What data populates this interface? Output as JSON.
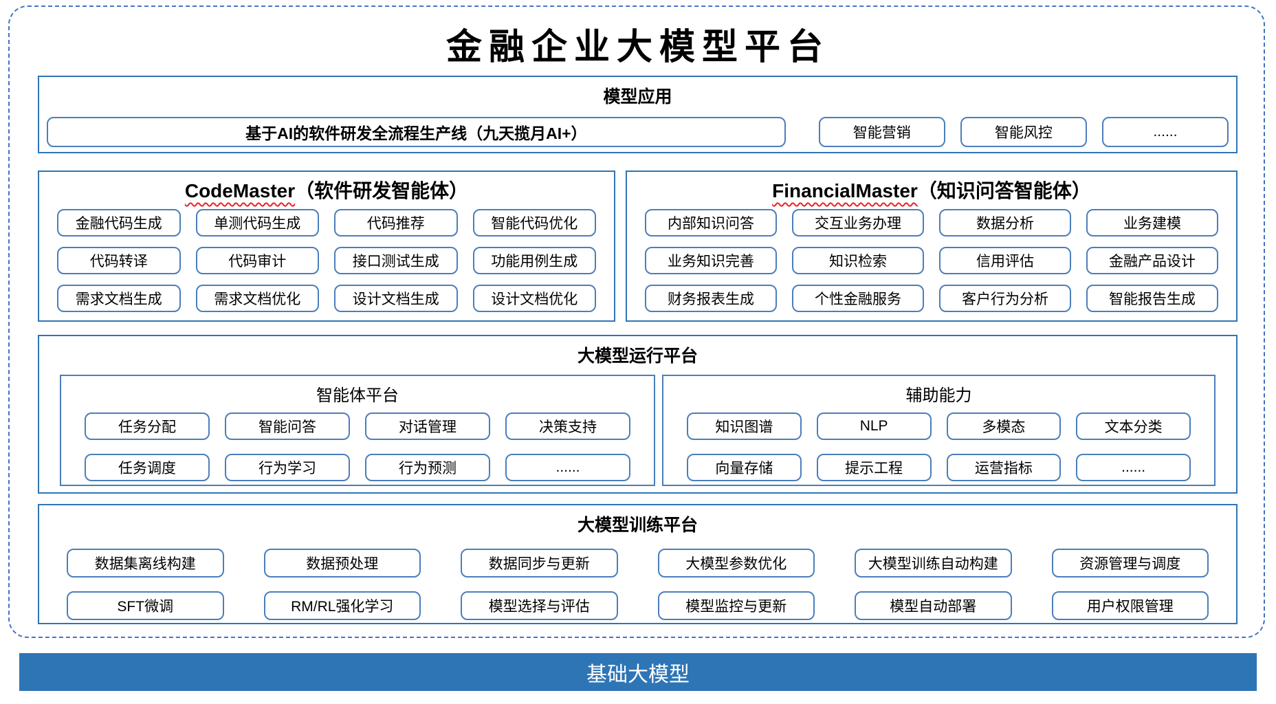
{
  "page": {
    "title": "金融企业大模型平台"
  },
  "app": {
    "heading": "模型应用",
    "pipeline": "基于AI的软件研发全流程生产线（九天揽月AI+）",
    "items": [
      "智能营销",
      "智能风控",
      "......"
    ]
  },
  "agents": [
    {
      "name": "CodeMaster",
      "subtitle": "（软件研发智能体）",
      "items": [
        "金融代码生成",
        "单测代码生成",
        "代码推荐",
        "智能代码优化",
        "代码转译",
        "代码审计",
        "接口测试生成",
        "功能用例生成",
        "需求文档生成",
        "需求文档优化",
        "设计文档生成",
        "设计文档优化"
      ]
    },
    {
      "name": "FinancialMaster",
      "subtitle": "（知识问答智能体）",
      "items": [
        "内部知识问答",
        "交互业务办理",
        "数据分析",
        "业务建模",
        "业务知识完善",
        "知识检索",
        "信用评估",
        "金融产品设计",
        "财务报表生成",
        "个性金融服务",
        "客户行为分析",
        "智能报告生成"
      ]
    }
  ],
  "runtime": {
    "heading": "大模型运行平台",
    "agent_platform": {
      "heading": "智能体平台",
      "items": [
        "任务分配",
        "智能问答",
        "对话管理",
        "决策支持",
        "任务调度",
        "行为学习",
        "行为预测",
        "......"
      ]
    },
    "aux": {
      "heading": "辅助能力",
      "items": [
        "知识图谱",
        "NLP",
        "多模态",
        "文本分类",
        "向量存储",
        "提示工程",
        "运营指标",
        "......"
      ]
    }
  },
  "training": {
    "heading": "大模型训练平台",
    "items": [
      "数据集离线构建",
      "数据预处理",
      "数据同步与更新",
      "大模型参数优化",
      "大模型训练自动构建",
      "资源管理与调度",
      "SFT微调",
      "RM/RL强化学习",
      "模型选择与评估",
      "模型监控与更新",
      "模型自动部署",
      "用户权限管理"
    ]
  },
  "foundation": {
    "label": "基础大模型"
  },
  "colors": {
    "section_border": "#2e75b6",
    "item_border": "#4a7ebb",
    "dashed_border": "#4472c4",
    "foundation_bg": "#2e75b6",
    "foundation_text": "#ffffff",
    "squiggle": "#ee2222",
    "text": "#000000"
  }
}
